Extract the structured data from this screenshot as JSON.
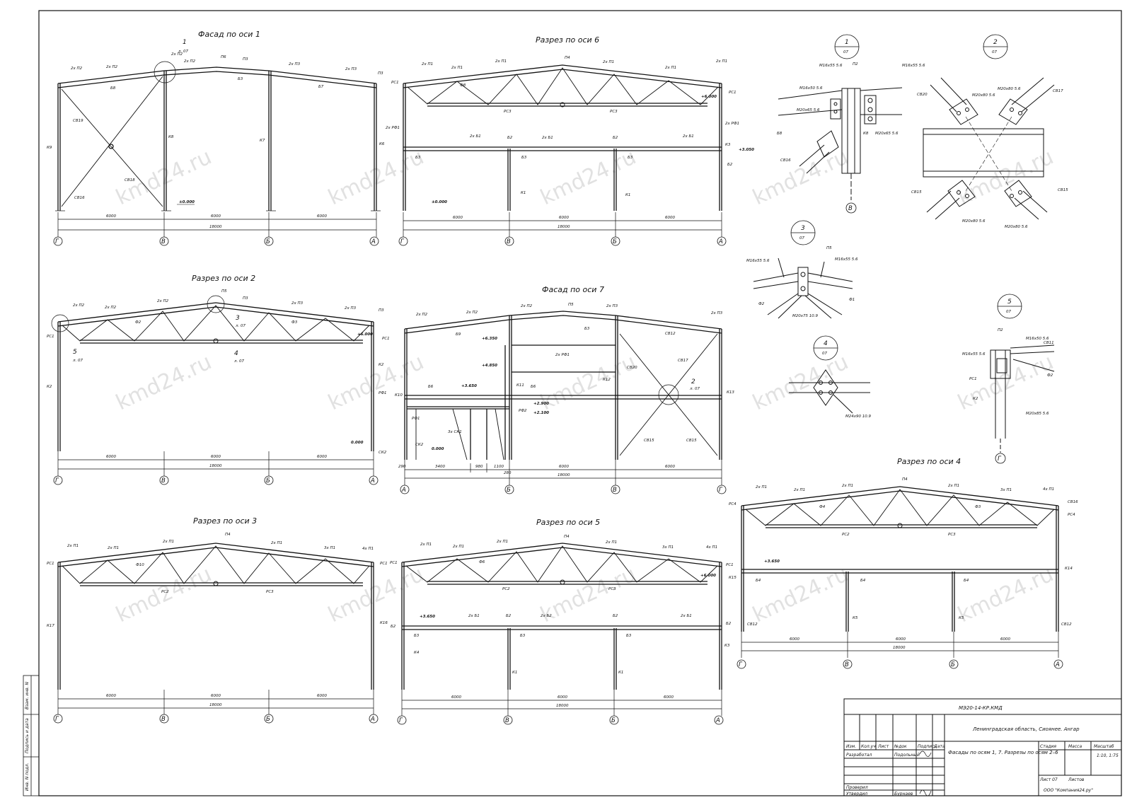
{
  "titles": {
    "f1": "Фасад по оси 1",
    "r6": "Разрез по оси 6",
    "r2": "Разрез по оси 2",
    "f7": "Фасад по оси 7",
    "r3": "Разрез по оси 3",
    "r5": "Разрез по оси 5",
    "r4": "Разрез по оси 4"
  },
  "axes": {
    "g": "Г",
    "v": "В",
    "b": "Б",
    "a": "А"
  },
  "dims": {
    "d6000": "6000",
    "d18000": "18000",
    "d3400": "3400",
    "d980": "980",
    "d1100": "1100",
    "d280": "280",
    "d290": "290"
  },
  "elev": {
    "e0": "±0.000",
    "e0b": "0.000",
    "e6": "+6.000",
    "e3050": "+3.050",
    "e3650": "+3.650",
    "e6350": "+6.350",
    "e4850": "+4.850",
    "e2900": "+2.900",
    "e2100": "+2.100"
  },
  "marks": {
    "p1x2": "2х П1",
    "p2x2": "2х П2",
    "p3x2": "2х П3",
    "p3x3": "3х П1",
    "p4x4": "4х П1",
    "p3": "П3",
    "p2": "П2",
    "p4": "П4",
    "p5": "П5",
    "p6": "П6",
    "rs1": "РС1",
    "rs2": "РС2",
    "rs3": "РС3",
    "rs4": "РС4",
    "f1": "Ф1",
    "f2": "Ф2",
    "f3": "Ф3",
    "f4": "Ф4",
    "f6": "Ф6",
    "f8": "Ф8",
    "f10": "Ф10",
    "b1": "Б1",
    "b2": "Б2",
    "b3": "Б3",
    "b4": "Б4",
    "b6": "Б6",
    "b7": "Б7",
    "b8": "Б8",
    "b9": "Б9",
    "b1x2": "2х Б1",
    "b2x2": "2х Б2",
    "k1": "К1",
    "k2": "К2",
    "k3": "К3",
    "k4": "К4",
    "k5": "К5",
    "k6": "К6",
    "k7": "К7",
    "k8": "К8",
    "k9": "К9",
    "k10": "К10",
    "k11": "К11",
    "k12": "К12",
    "k13": "К13",
    "k14": "К14",
    "k15": "К15",
    "k16": "К16",
    "k17": "К17",
    "sv12": "СВ12",
    "sv15": "СВ15",
    "sv16": "СВ16",
    "sv17": "СВ17",
    "sv18": "СВ18",
    "sv19": "СВ19",
    "sv20": "СВ20",
    "sv11": "СВ11",
    "rf1": "РФ1",
    "rf2": "РФ2",
    "rf1x2": "2х РФ1",
    "sk1": "3х СК1",
    "sk2": "СК2"
  },
  "callouts": {
    "c1": "1",
    "c2": "2",
    "c3": "3",
    "c4": "4",
    "c5": "5",
    "sheet": "07",
    "ref": "л. 07"
  },
  "bolts": {
    "m16_55": "М16х55 5.6",
    "m16_50": "М16х50 5.6",
    "m20_65": "М20х65 5.6",
    "m20_80": "М20х80 5.6",
    "m20_75": "М20х75 10.9",
    "m24_90": "М24х90 10.9",
    "m20_85": "М20х85 5.6"
  },
  "watermark": "kmd24.ru",
  "stamp": {
    "code": "МЭ20-14-КР.КМД",
    "object": "Ленинградская область, Сиоянее. Ангар",
    "sheet_title": "Фасады по осям 1, 7. Разрезы по осям 2–6",
    "stage_h": "Стадия",
    "sheet_h": "Масса",
    "scale_h": "Масштаб",
    "scale": "1:10, 1:75",
    "sheet_no": "Лист 07",
    "sheets": "Листов",
    "org": "ООО \"Компания24.ру\"",
    "col_izm": "Изм.",
    "col_kol": "Кол.уч",
    "col_list": "Лист",
    "col_doc": "№док",
    "col_sign": "Подпись",
    "col_date": "Дата",
    "r_dev": "Разработал",
    "r_check": "Проверил",
    "r_appr": "Утвердил",
    "dev_name": "Подольный",
    "appr_name": "Бурнаев",
    "date1": "",
    "date2": "",
    "date3": ""
  },
  "side": {
    "inv": "Инв. N подл.",
    "sign": "Подпись и дата",
    "vz": "Взам. инв. N"
  }
}
